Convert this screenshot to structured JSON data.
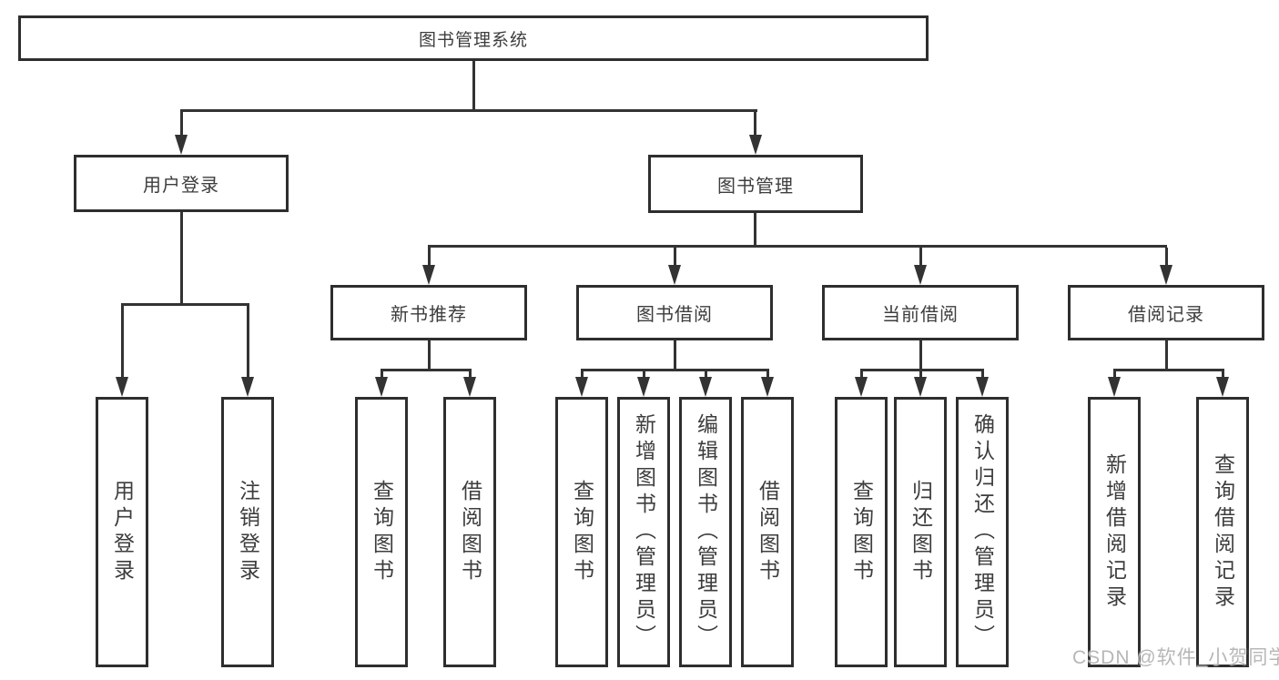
{
  "watermark": "CSDN @软件_小贺同学",
  "colors": {
    "line": "#333333",
    "box_border": "#2e2e2e",
    "text": "#3d3d3d",
    "watermark": "#b7b7b7",
    "background": "#ffffff"
  },
  "tree": {
    "root": {
      "label": "图书管理系统"
    },
    "level2": [
      {
        "label": "用户登录"
      },
      {
        "label": "图书管理"
      }
    ],
    "level3": [
      {
        "label": "新书推荐"
      },
      {
        "label": "图书借阅"
      },
      {
        "label": "当前借阅"
      },
      {
        "label": "借阅记录"
      }
    ],
    "leaves": {
      "user_login": [
        {
          "label": "用户登录"
        },
        {
          "label": "注销登录"
        }
      ],
      "new_books": [
        {
          "label": "查询图书"
        },
        {
          "label": "借阅图书"
        }
      ],
      "book_borrow": [
        {
          "label": "查询图书"
        },
        {
          "label": "新增图书（管理员）"
        },
        {
          "label": "编辑图书（管理员）"
        },
        {
          "label": "借阅图书"
        }
      ],
      "current_borrow": [
        {
          "label": "查询图书"
        },
        {
          "label": "归还图书"
        },
        {
          "label": "确认归还（管理员）"
        }
      ],
      "borrow_records": [
        {
          "label": "新增借阅记录"
        },
        {
          "label": "查询借阅记录"
        }
      ]
    }
  }
}
